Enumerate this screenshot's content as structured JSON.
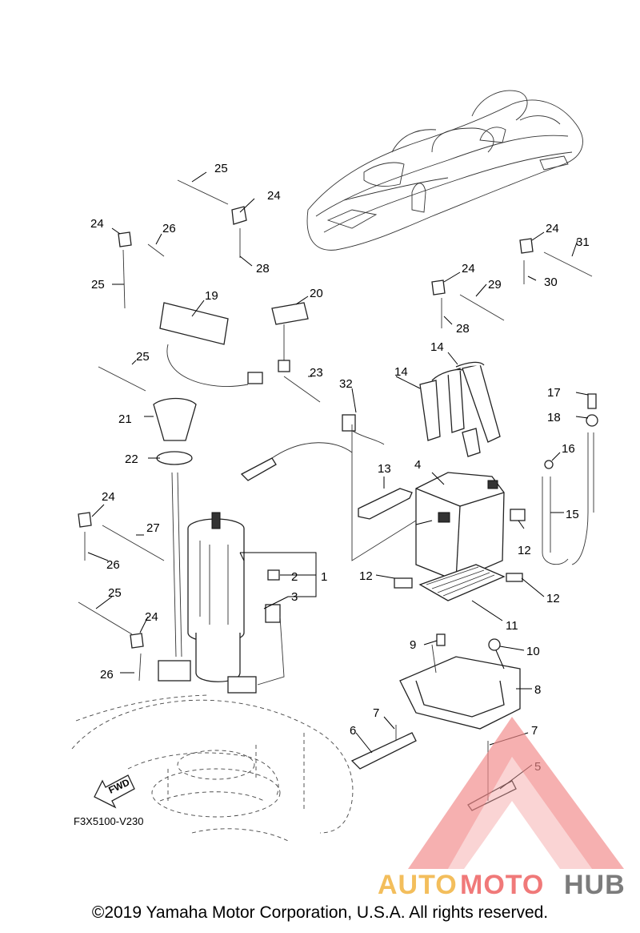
{
  "diagram": {
    "code": "F3X5100-V230",
    "fwd_label": "FWD",
    "callouts": [
      "1",
      "2",
      "3",
      "4",
      "5",
      "6",
      "7",
      "7",
      "8",
      "9",
      "10",
      "11",
      "12",
      "12",
      "12",
      "12",
      "13",
      "14",
      "14",
      "15",
      "16",
      "17",
      "18",
      "19",
      "20",
      "21",
      "22",
      "23",
      "24",
      "24",
      "24",
      "24",
      "24",
      "24",
      "25",
      "25",
      "25",
      "25",
      "26",
      "26",
      "26",
      "27",
      "28",
      "28",
      "29",
      "30",
      "31",
      "32"
    ]
  },
  "watermark": {
    "brand_part1": "AUTO",
    "brand_part2": "MOTO",
    "brand_part3": "HUB",
    "colors": {
      "auto": "#f2b84b",
      "moto": "#ef6b6b",
      "hub": "#6e6e6e",
      "triangle": "#f28b8b"
    }
  },
  "footer": {
    "copyright": "©2019 Yamaha Motor Corporation, U.S.A. All rights reserved."
  }
}
